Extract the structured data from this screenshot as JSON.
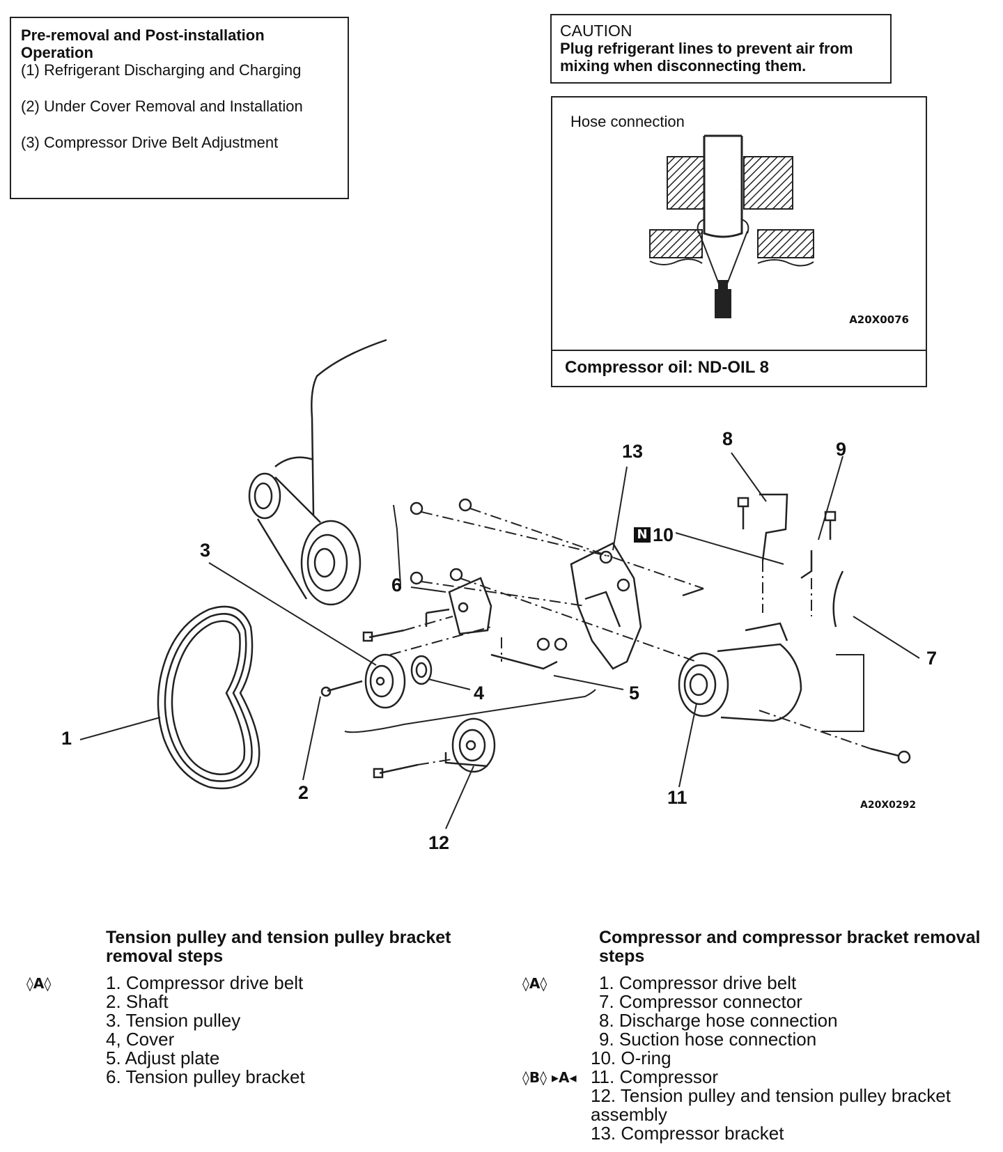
{
  "pre_box": {
    "title": "Pre-removal and Post-installation Operation",
    "items": [
      "(1)  Refrigerant Discharging and Charging",
      "(2)  Under Cover Removal and Installation",
      "(3)  Compressor  Drive  Belt  Adjustment"
    ]
  },
  "caution": {
    "title": "CAUTION",
    "body": "Plug refrigerant lines to prevent air from mixing when disconnecting them."
  },
  "hose_inset": {
    "caption": "Hose connection",
    "code": "A20X0076",
    "oil": "Compressor  oil:  ND-OIL  8"
  },
  "diagram": {
    "code": "A20X0292",
    "callouts": [
      "1",
      "2",
      "3",
      "4",
      "5",
      "6",
      "7",
      "8",
      "9",
      "10",
      "11",
      "12",
      "13"
    ],
    "n_mark": "N"
  },
  "left_steps": {
    "title": "Tension pulley and tension pulley bracket removal steps",
    "mark": "◊A◊",
    "items": [
      "1. Compressor drive belt",
      "2. Shaft",
      "3. Tension pulley",
      "4, Cover",
      "5. Adjust plate",
      "6. Tension pulley bracket"
    ]
  },
  "right_steps": {
    "title": "Compressor and compressor bracket removal steps",
    "mark_1": "◊A◊",
    "mark_11": "◊B◊ ▸A◂",
    "items": [
      "1. Compressor drive belt",
      "7. Compressor connector",
      "8. Discharge hose connection",
      "9. Suction hose connection",
      "10. O-ring",
      "11. Compressor",
      "12. Tension pulley and tension pulley bracket assembly",
      "13. Compressor bracket"
    ]
  }
}
